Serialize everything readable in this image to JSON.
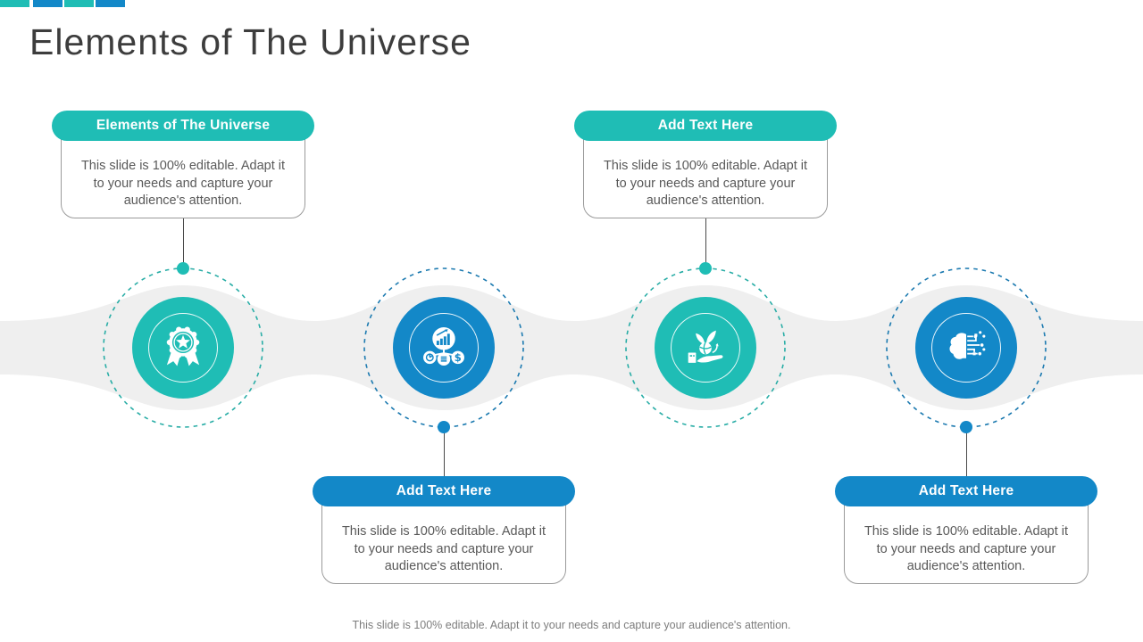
{
  "slide": {
    "title": "Elements of The Universe",
    "footer": "This slide is 100% editable. Adapt it to your needs and capture your audience's attention.",
    "decor_bar_colors": [
      "#1FBDB5",
      "#1388C8",
      "#1FBDB5",
      "#1388C8"
    ],
    "colors": {
      "teal_accent": "#1FBDB5",
      "blue_accent": "#1388C8",
      "band_gray": "#EFEFEF",
      "body_text": "#595959",
      "title_text": "#3D3D3D"
    }
  },
  "callouts": [
    {
      "header": "Elements of The Universe",
      "body": "This slide is 100% editable. Adapt it to your needs and capture your audience's attention.",
      "accent": "#1FBDB5",
      "position": "top-left"
    },
    {
      "header": "Add Text Here",
      "body": "This slide is 100% editable. Adapt it to your needs and capture your audience's attention.",
      "accent": "#1FBDB5",
      "position": "top-right"
    },
    {
      "header": "Add Text Here",
      "body": "This slide is 100% editable. Adapt it to your needs and capture your audience's attention.",
      "accent": "#1388C8",
      "position": "bottom-left"
    },
    {
      "header": "Add Text Here",
      "body": "This slide is 100% editable. Adapt it to your needs and capture your audience's attention.",
      "accent": "#1388C8",
      "position": "bottom-right"
    }
  ],
  "nodes": [
    {
      "icon": "award-ribbon-icon",
      "accent": "#1FBDB5"
    },
    {
      "icon": "business-analytics-icon",
      "accent": "#1388C8"
    },
    {
      "icon": "growth-hand-plant-icon",
      "accent": "#1FBDB5"
    },
    {
      "icon": "ai-brain-circuit-icon",
      "accent": "#1388C8"
    }
  ]
}
